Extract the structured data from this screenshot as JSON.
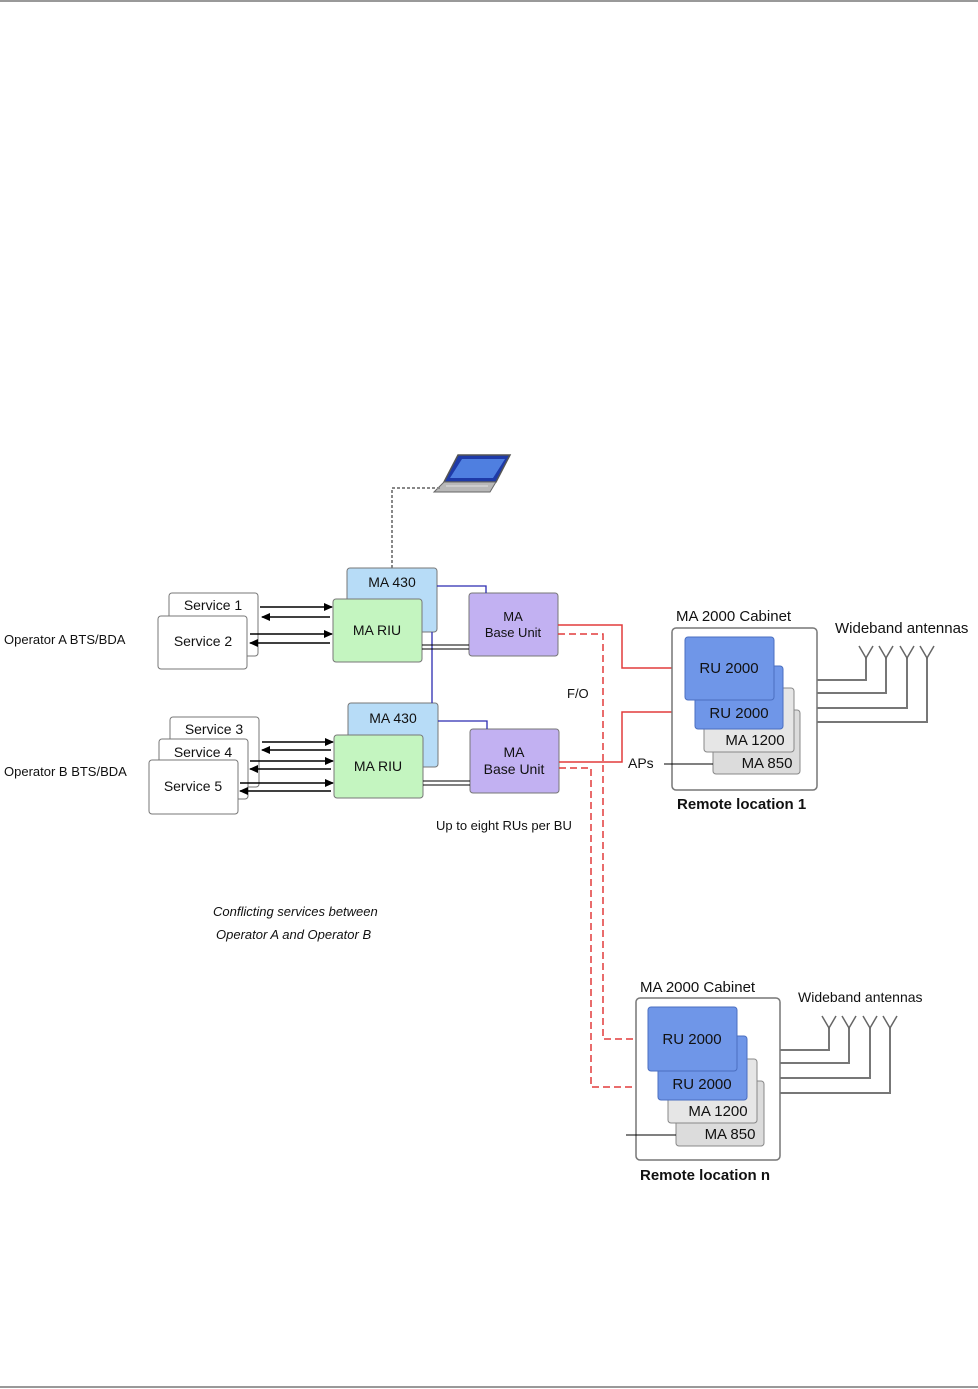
{
  "operators": {
    "a": "Operator A BTS/BDA",
    "b": "Operator B BTS/BDA"
  },
  "services": [
    "Service 1",
    "Service 2",
    "Service 3",
    "Service 4",
    "Service 5"
  ],
  "units": {
    "ma430": "MA 430",
    "riu": "MA RIU",
    "bu_line1": "MA",
    "bu_line2": "Base Unit"
  },
  "labels": {
    "fo": "F/O",
    "up_to": "Up to eight RUs per BU",
    "aps": "APs",
    "conflict_line1": "Conflicting services between",
    "conflict_line2": "Operator A  and Operator B"
  },
  "cabinet": {
    "title": "MA 2000 Cabinet",
    "ru": "RU 2000",
    "ma1200": "MA 1200",
    "ma850": "MA 850",
    "antennas": "Wideband antennas",
    "location1": "Remote location 1",
    "location_n": "Remote location n"
  },
  "colors": {
    "ma430": "#b7dcf7",
    "riu": "#c4f5c0",
    "bu": "#c2b1f2",
    "ru": "#6f96e8",
    "module": "#dcdcdc",
    "fiber": "#e23b3b",
    "link": "#2b2bb0"
  }
}
